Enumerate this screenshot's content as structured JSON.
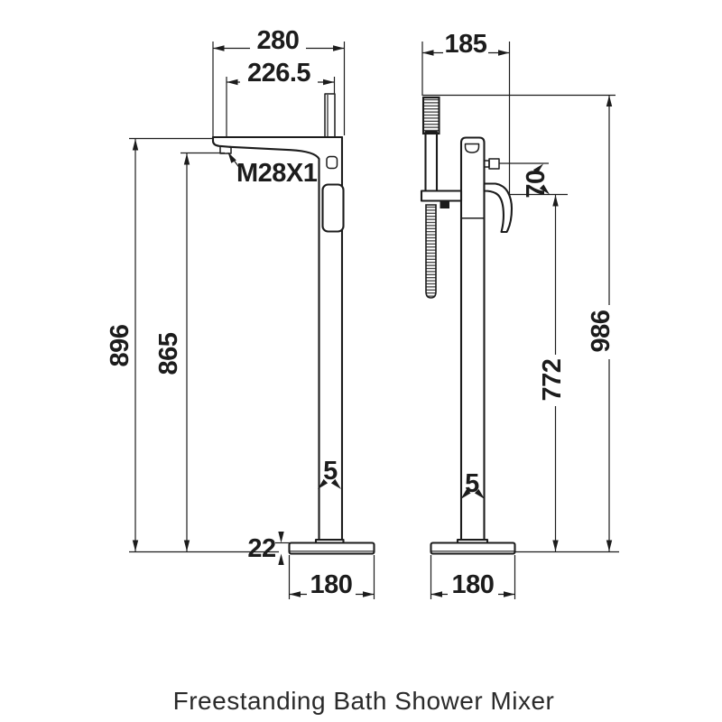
{
  "caption": "Freestanding Bath Shower Mixer",
  "colors": {
    "ink": "#1c1c1c",
    "paper": "#ffffff"
  },
  "front_view": {
    "dims": {
      "overall_width": "280",
      "spout_projection": "226.5",
      "spout_thread": "M28X1",
      "overall_height": "896",
      "spout_height": "865",
      "column_detail": "5",
      "base_thickness": "22",
      "base_width": "180"
    }
  },
  "side_view": {
    "dims": {
      "overall_depth": "185",
      "diverter_offset": "70",
      "overall_height": "986",
      "handle_height": "772",
      "column_detail": "5",
      "base_width": "180"
    }
  }
}
